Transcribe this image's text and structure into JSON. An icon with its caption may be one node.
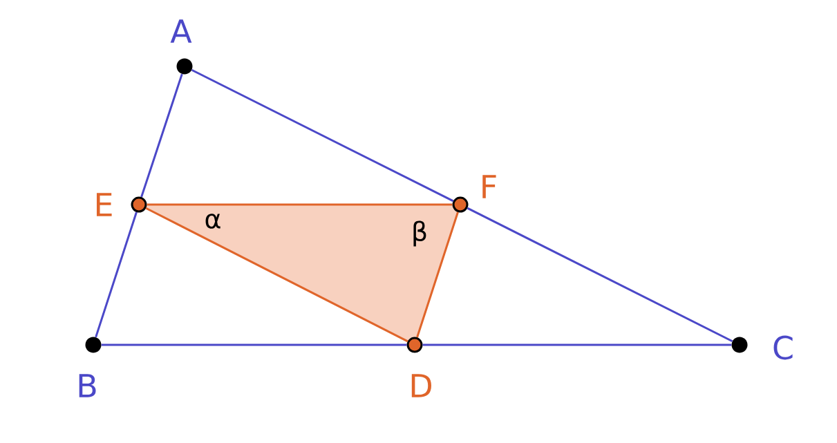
{
  "diagram": {
    "nodes": [
      {
        "text": [],
        "shape": "circle",
        "beside": [
          "A"
        ]
      },
      {
        "text": [],
        "shape": "circle",
        "beside": [
          "B"
        ]
      },
      {
        "text": [],
        "shape": "circle",
        "beside": [
          "C"
        ]
      },
      {
        "text": [],
        "shape": "circle",
        "beside": [
          "D"
        ]
      },
      {
        "text": [],
        "shape": "circle",
        "beside": [
          "E"
        ]
      },
      {
        "text": [],
        "shape": "circle",
        "beside": [
          "F"
        ]
      }
    ],
    "edges": [
      {
        "from": 0,
        "to": 4,
        "arrow": "none"
      },
      {
        "from": 4,
        "to": 1,
        "arrow": "none"
      },
      {
        "from": 1,
        "to": 3,
        "arrow": "none"
      },
      {
        "from": 3,
        "to": 2,
        "arrow": "none"
      },
      {
        "from": 2,
        "to": 5,
        "arrow": "none"
      },
      {
        "from": 5,
        "to": 0,
        "arrow": "none"
      },
      {
        "from": 4,
        "to": 5,
        "arrow": "none",
        "color": "#e0652a"
      },
      {
        "from": 5,
        "to": 3,
        "arrow": "none",
        "color": "#e0652a"
      },
      {
        "from": 3,
        "to": 4,
        "arrow": "none",
        "color": "#e0652a"
      }
    ],
    "labels": [
      "α",
      "β"
    ]
  }
}
